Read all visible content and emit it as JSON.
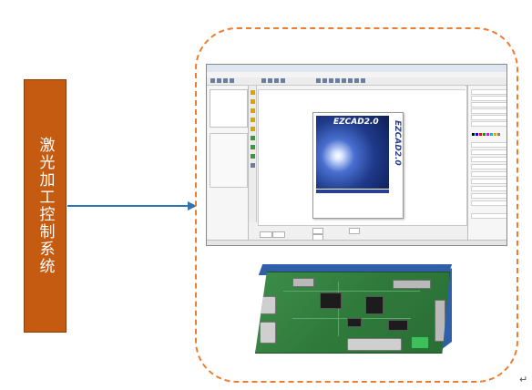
{
  "label": "激光加工控制系统",
  "splash": {
    "title": "EZCAD2.0",
    "vertical_title": "EZCAD2.0"
  },
  "paragraph_mark": "↵",
  "colors": {
    "label_bg": "#c55a11",
    "arrow": "#2e75b6",
    "dashed_border": "#ed7d31",
    "pcb_green": "#2f7a3b",
    "board_blue": "#2f5fa8"
  }
}
